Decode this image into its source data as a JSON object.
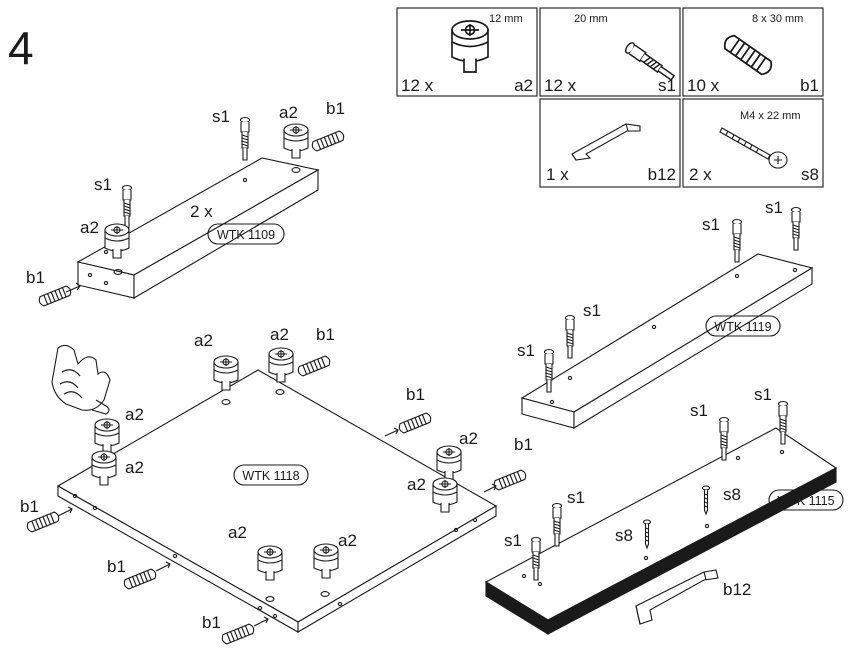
{
  "step_number": "4",
  "parts": [
    {
      "qty": "12 x",
      "code": "a2",
      "size": "12 mm",
      "icon": "cam-lock-icon"
    },
    {
      "qty": "12 x",
      "code": "s1",
      "size": "20 mm",
      "icon": "cam-bolt-icon"
    },
    {
      "qty": "10 x",
      "code": "b1",
      "size": "8 x 30 mm",
      "icon": "dowel-icon"
    },
    {
      "qty": "1 x",
      "code": "b12",
      "size": "",
      "icon": "handle-icon"
    },
    {
      "qty": "2 x",
      "code": "s8",
      "size": "M4 x 22 mm",
      "icon": "screw-icon"
    }
  ],
  "panels": [
    {
      "tag": "WTK 1109",
      "note": "2 x"
    },
    {
      "tag": "WTK 1119"
    },
    {
      "tag": "WTK 1118"
    },
    {
      "tag": "WTK 1115"
    }
  ],
  "callouts": {
    "s1": "s1",
    "a2": "a2",
    "b1": "b1",
    "s8": "s8",
    "b12": "b12"
  }
}
